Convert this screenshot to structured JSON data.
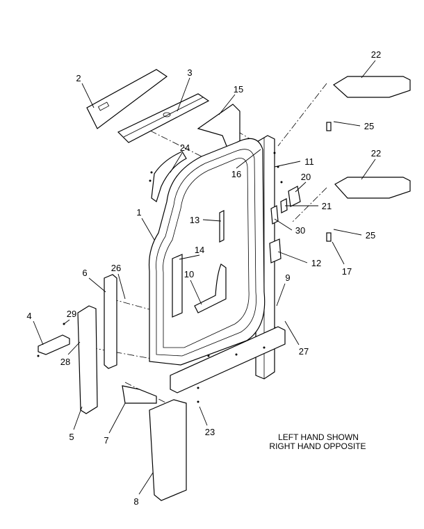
{
  "callouts": [
    "22",
    "22",
    "2",
    "3",
    "15",
    "25",
    "25",
    "24",
    "11",
    "16",
    "20",
    "21",
    "13",
    "30",
    "1",
    "14",
    "12",
    "17",
    "10",
    "9",
    "6",
    "26",
    "29",
    "4",
    "28",
    "27",
    "5",
    "7",
    "23",
    "8"
  ],
  "note": {
    "line1": "LEFT HAND SHOWN",
    "line2": "RIGHT HAND OPPOSITE"
  }
}
